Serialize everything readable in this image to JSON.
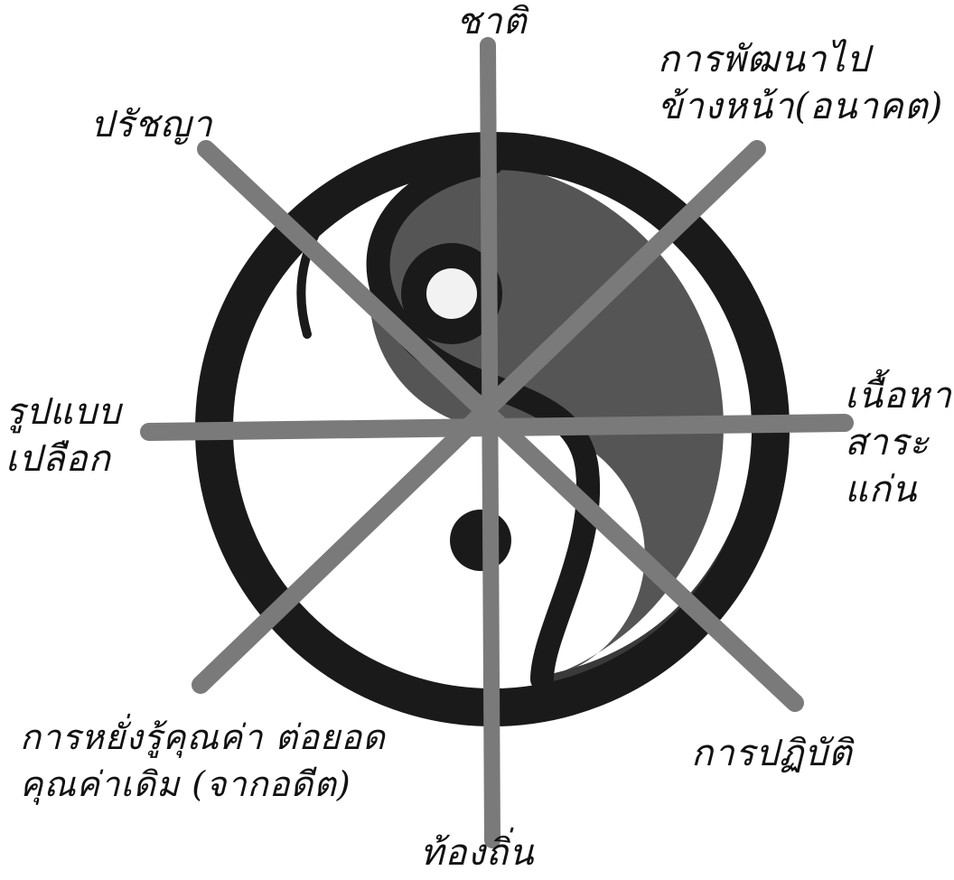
{
  "colors": {
    "background": "#ffffff",
    "ink": "#111111",
    "yinyang_dark": "#1a1a1a",
    "yinyang_grey": "#555555",
    "rays": "#7a7a7a",
    "eye_light": "#f2f2f2"
  },
  "labels": {
    "top": "ชาติ",
    "top_right_line1": "การพัฒนาไป",
    "top_right_line2": "ข้างหน้า(อนาคต)",
    "top_left": "ปรัชญา",
    "left_line1": "รูปแบบ",
    "left_line2": "เปลือก",
    "right_line1": "เนื้อหา",
    "right_line2": "สาระ",
    "right_line3": "แก่น",
    "bottom_left_line1": "การหยั่งรู้คุณค่า ต่อยอด",
    "bottom_left_line2": "คุณค่าเดิม (จากอดีต)",
    "bottom_right": "การปฏิบัติ",
    "bottom": "ท้องถิ่น"
  }
}
